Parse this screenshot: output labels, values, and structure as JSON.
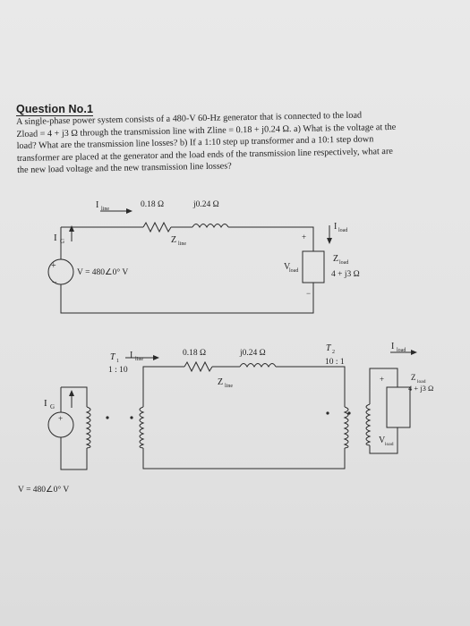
{
  "question": {
    "title": "Question No.1",
    "lines": [
      "A single-phase power system consists of a 480-V 60-Hz generator that is connected to the load",
      "Zload = 4 + j3 Ω through the transmission line with Zline = 0.18 + j0.24 Ω. a) What is the voltage at the",
      "load? What are the transmission line losses? b) If a 1:10 step up transformer and a 10:1 step down",
      "transformer are placed at the generator and the load ends of the transmission line respectively, what are",
      "the new load voltage and the new transmission line losses?"
    ]
  },
  "circuit1": {
    "i_line": "I",
    "i_line_sub": "line",
    "r_line": "0.18 Ω",
    "x_line": "j0.24 Ω",
    "z_line": "Z",
    "z_line_sub": "line",
    "i_g": "I",
    "i_g_sub": "G",
    "source": "V = 480∠0° V",
    "i_load": "I",
    "i_load_sub": "load",
    "v_load": "V",
    "v_load_sub": "load",
    "z_load": "Z",
    "z_load_sub": "load",
    "z_load_value": "4 + j3 Ω",
    "plus": "+",
    "minus": "−"
  },
  "circuit2": {
    "t1": "T",
    "t1_sub": "1",
    "t1_ratio": "1 : 10",
    "i_line": "I",
    "i_line_sub": "line",
    "r_line": "0.18 Ω",
    "x_line": "j0.24 Ω",
    "z_line": "Z",
    "z_line_sub": "line",
    "t2": "T",
    "t2_sub": "2",
    "t2_ratio": "10 : 1",
    "i_load": "I",
    "i_load_sub": "load",
    "z_load": "Z",
    "z_load_sub": "load",
    "z_load_value": "4 + j3 Ω",
    "v_load": "V",
    "v_load_sub": "load",
    "i_g": "I",
    "i_g_sub": "G",
    "source": "V = 480∠0° V",
    "plus": "+"
  }
}
